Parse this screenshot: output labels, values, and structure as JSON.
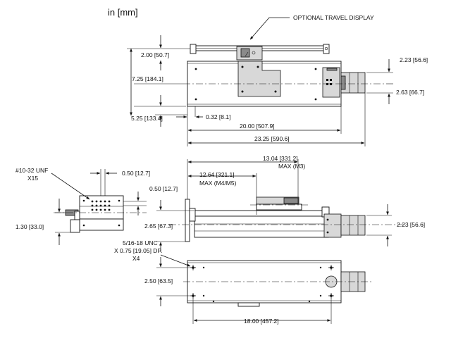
{
  "units_label": "in [mm]",
  "top_view": {
    "callout": "OPTIONAL TRAVEL DISPLAY",
    "dim_200": "2.00 [50.7]",
    "dim_725": "7.25 [184.1]",
    "dim_525": "5.25 [133.4]",
    "dim_032": "0.32 [8.1]",
    "dim_2000": "20.00 [507.9]",
    "dim_2325": "23.25 [590.6]",
    "dim_223": "2.23 [56.6]",
    "dim_263": "2.63 [66.7]"
  },
  "end_view": {
    "thread_label_line1": "#10-32 UNF",
    "thread_label_line2": "X15",
    "dim_050_a": "0.50 [12.7]",
    "dim_050_b": "0.50 [12.7]",
    "dim_130": "1.30 [33.0]"
  },
  "side_view": {
    "dim_1304_line1": "13.04 [331.2]",
    "dim_1304_line2": "MAX (M3)",
    "dim_1264_line1": "12.64 [321.1]",
    "dim_1264_line2": "MAX (M4/M5)",
    "dim_265": "2.65 [67.3]",
    "dim_223": "2.23 [56.6]"
  },
  "bottom_view": {
    "mount_label_line1": "5/16-18 UNC",
    "mount_label_line2": "X 0.75 [19.05] DP.",
    "mount_label_line3": "X4",
    "dim_250": "2.50 [63.5]",
    "dim_1800": "18.00 [457.2]"
  }
}
